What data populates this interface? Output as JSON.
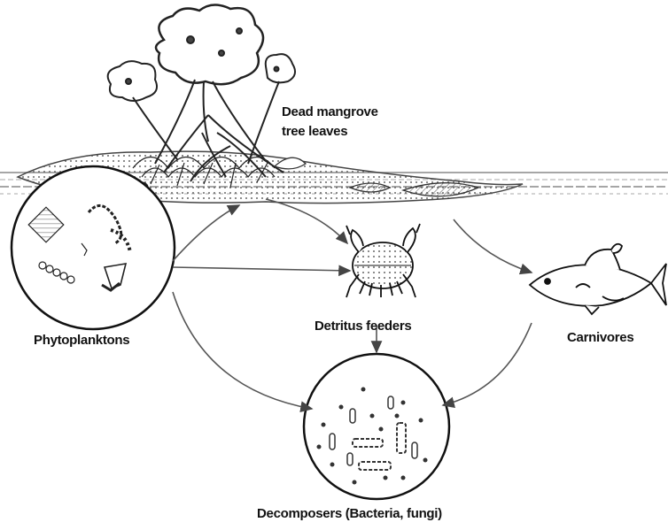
{
  "labels": {
    "mangrove_line1": "Dead mangrove",
    "mangrove_line2": "tree leaves",
    "phytoplankton": "Phytoplanktons",
    "detritus": "Detritus feeders",
    "carnivores": "Carnivores",
    "decomposers": "Decomposers (Bacteria, fungi)"
  },
  "colors": {
    "ink": "#111111",
    "arrow": "#555555",
    "water": "#888888"
  }
}
